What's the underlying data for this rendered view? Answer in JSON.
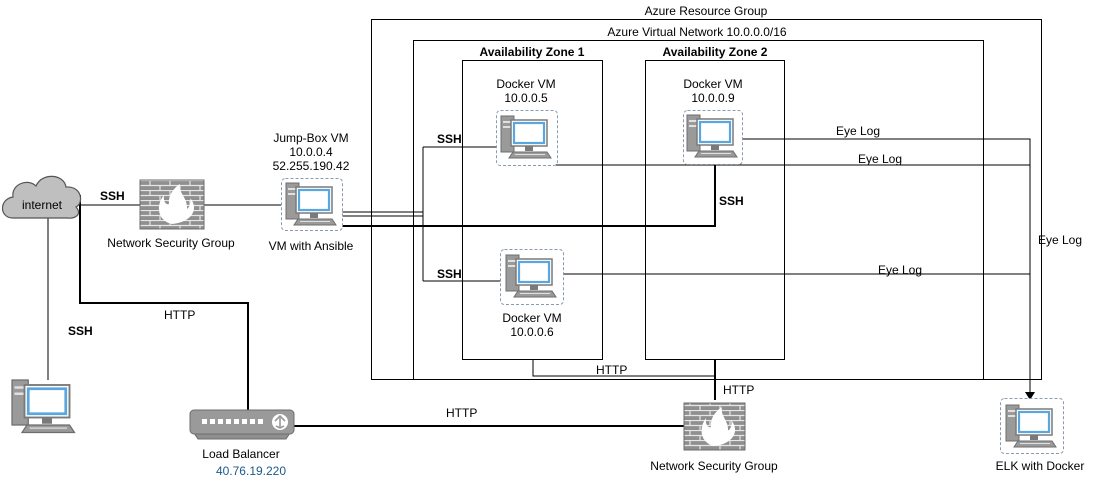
{
  "containers": {
    "resource_group": "Azure Resource Group",
    "virtual_network": "Azure Virtual Network 10.0.0.0/16",
    "zone1": "Availability Zone 1",
    "zone2": "Availability Zone 2"
  },
  "nodes": {
    "internet": "internet",
    "nsg_left": "Network Security Group",
    "nsg_bottom": "Network Security Group",
    "jumpbox_title": "Jump-Box VM",
    "jumpbox_ip_private": "10.0.0.4",
    "jumpbox_ip_public": "52.255.190.42",
    "jumpbox_caption": "VM with Ansible",
    "vm1_title": "Docker VM",
    "vm1_ip": "10.0.0.5",
    "vm2_title": "Docker VM",
    "vm2_ip": "10.0.0.9",
    "vm3_title": "Docker VM",
    "vm3_ip": "10.0.0.6",
    "load_balancer": "Load Balancer",
    "load_balancer_ip": "40.76.19.220",
    "elk": "ELK with Docker"
  },
  "edges": {
    "ssh_internet": "SSH",
    "ssh_workstation": "SSH",
    "http_lb": "HTTP",
    "http_lb_nsg": "HTTP",
    "http_nsg": "HTTP",
    "http_vnet": "HTTP",
    "ssh_vm1": "SSH",
    "ssh_vm3": "SSH",
    "ssh_vm2": "SSH",
    "eyelog_vm2": "Eye Log",
    "eyelog_vm1": "Eye Log",
    "eyelog_vm3": "Eye Log",
    "eyelog_elk": "Eye Log"
  },
  "colors": {
    "line": "#000000",
    "firewall_brick": "#8f8f8f",
    "device_gray": "#9a9a9a",
    "screen_blue": "#5aa7e0",
    "ip_blue": "#1b5a8a"
  }
}
